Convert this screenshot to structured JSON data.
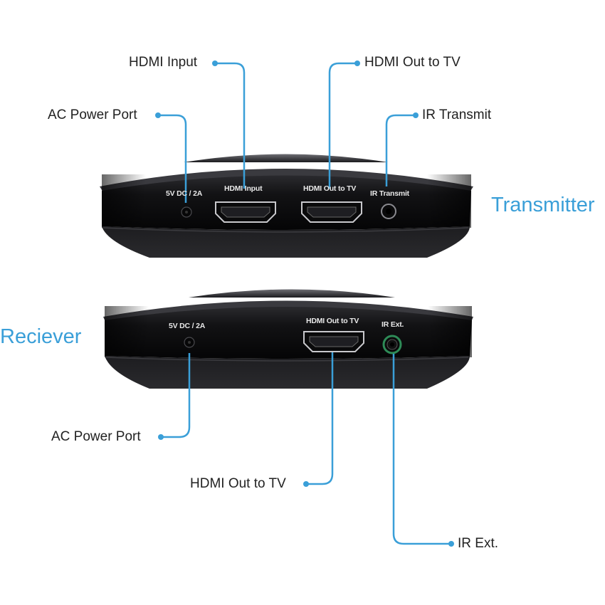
{
  "transmitter": {
    "title": "Transmitter",
    "callouts": {
      "hdmi_input": "HDMI Input",
      "hdmi_out": "HDMI Out to TV",
      "ac_power": "AC Power Port",
      "ir_transmit": "IR Transmit"
    },
    "device_labels": {
      "power": "5V DC / 2A",
      "hdmi_input": "HDMI Input",
      "hdmi_out": "HDMI Out to TV",
      "ir": "IR Transmit"
    }
  },
  "receiver": {
    "title": "Reciever",
    "callouts": {
      "ac_power": "AC Power Port",
      "hdmi_out": "HDMI Out to TV",
      "ir_ext": "IR Ext."
    },
    "device_labels": {
      "power": "5V DC / 2A",
      "hdmi_out": "HDMI Out to TV",
      "ir": "IR Ext."
    }
  },
  "colors": {
    "accent": "#3a9fd8",
    "device_body": "#141416",
    "ir_ext_ring": "#2e8b57"
  }
}
